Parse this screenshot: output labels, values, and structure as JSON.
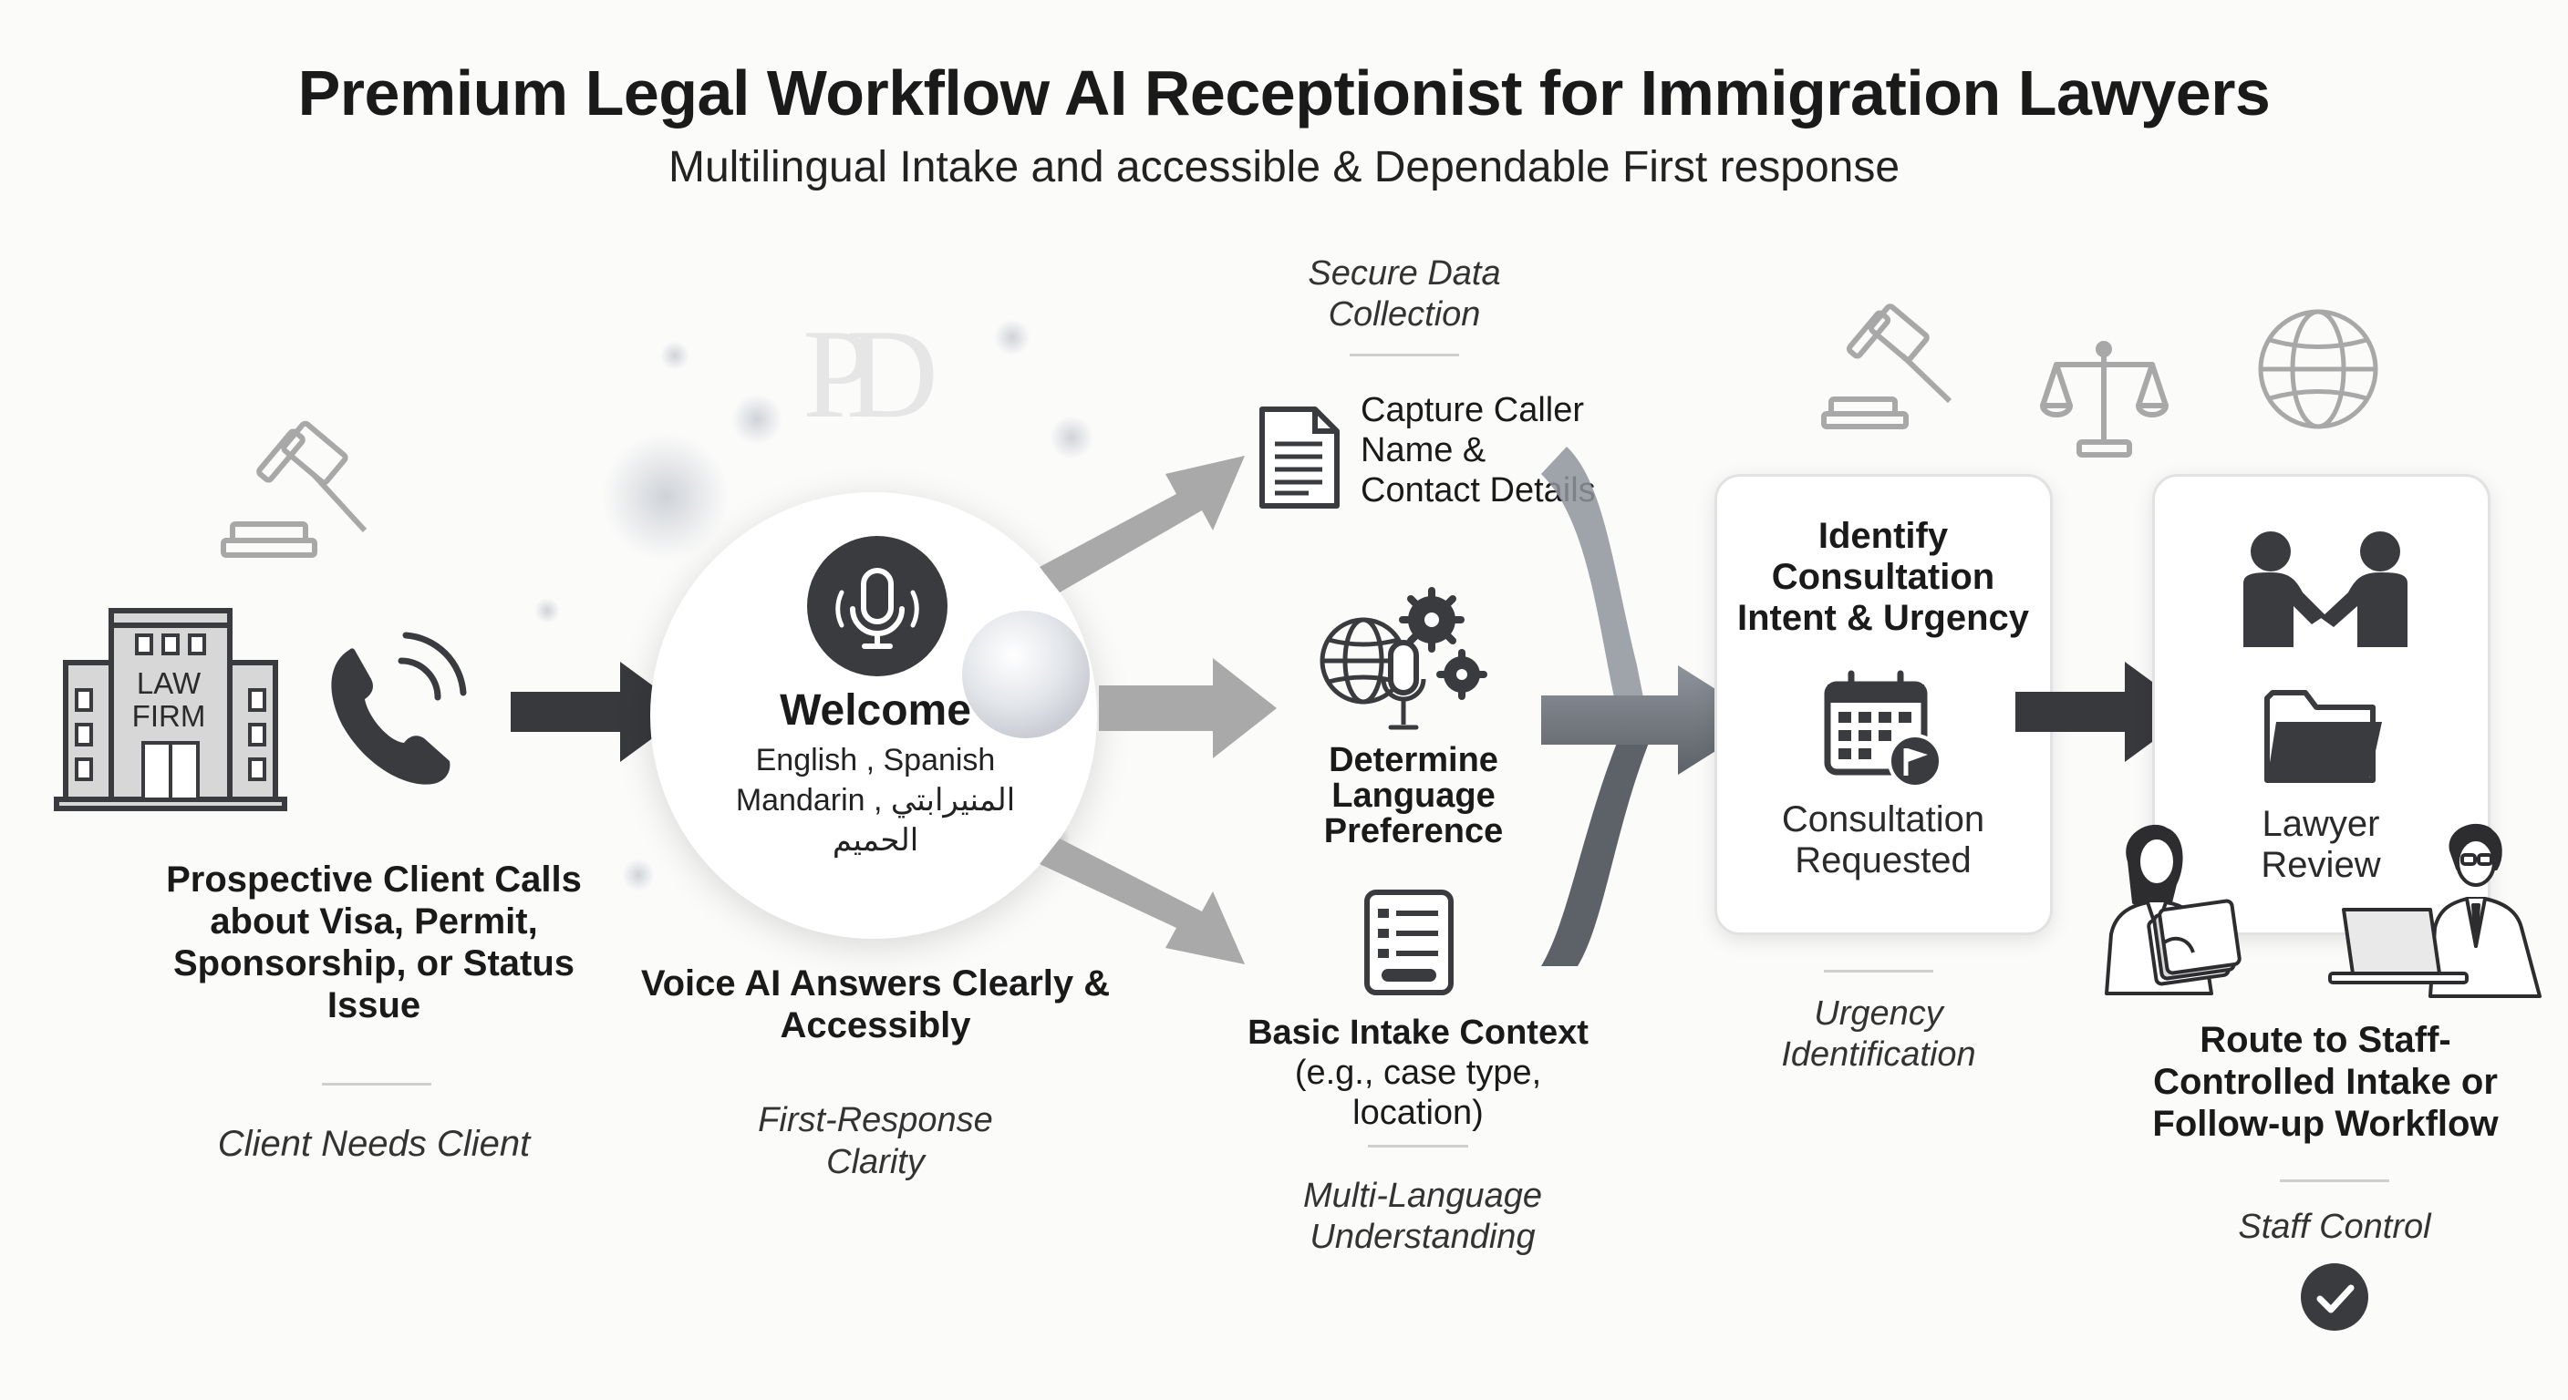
{
  "header": {
    "title": "Premium Legal Workflow AI Receptionist for Immigration Lawyers",
    "subtitle": "Multilingual Intake and accessible & Dependable First response"
  },
  "watermark": "PD",
  "stage1": {
    "building_sign_line1": "LAW",
    "building_sign_line2": "FIRM",
    "label": "Prospective Client Calls about Visa, Permit, Sponsorship, or Status Issue",
    "caption": "Client Needs Client"
  },
  "stage2": {
    "welcome_title": "Welcome",
    "languages_line1": "English , Spanish",
    "languages_line2": "Mandarin , المنيرابتي",
    "languages_line3": "الحميم",
    "label": "Voice AI Answers Clearly & Accessibly",
    "caption": "First-Response Clarity"
  },
  "stage3": {
    "top_caption": "Secure Data Collection",
    "capture_label": "Capture Caller Name & Contact Details",
    "language_label": "Determine Language Preference",
    "intake_label": "Basic Intake Context",
    "intake_sub": "(e.g., case type, location)",
    "caption": "Multi-Language Understanding"
  },
  "stage4": {
    "card_title": "Identify Consultation Intent & Urgency",
    "card_status": "Consultation Requested",
    "caption": "Urgency Identification"
  },
  "stage5": {
    "card_label": "Lawyer Review",
    "label": "Route to Staff-Controlled Intake or Follow-up Workflow",
    "caption": "Staff Control"
  },
  "colors": {
    "dark": "#3a3b3f",
    "arrow_dark": "#38393c",
    "arrow_light": "#a9a9a9",
    "icon_outline": "#a8a8a8"
  }
}
